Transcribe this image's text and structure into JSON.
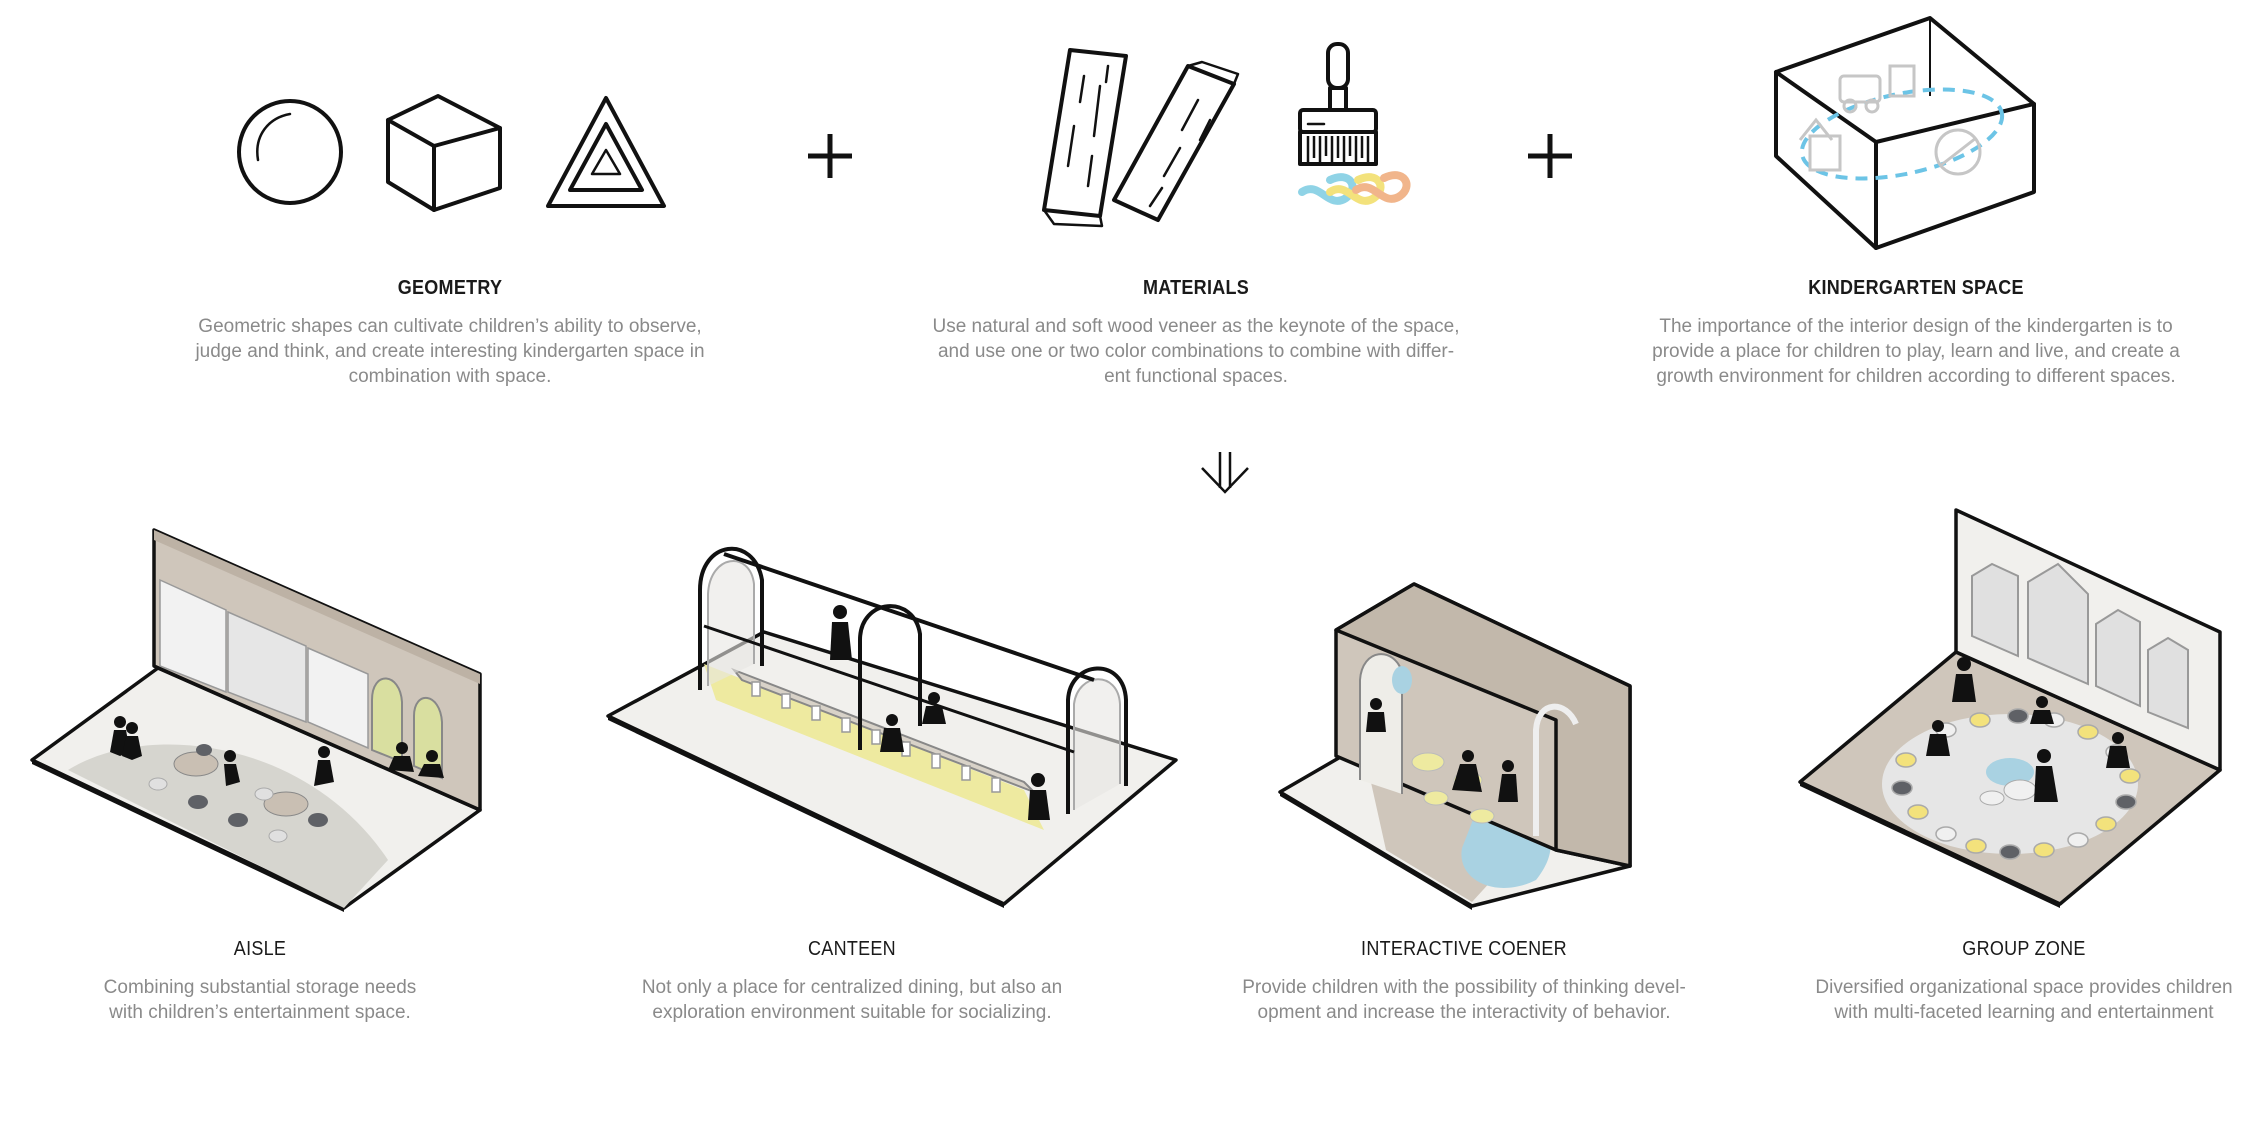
{
  "concepts": [
    {
      "title": "GEOMETRY",
      "description": "Geometric shapes can cultivate children’s ability to observe,\njudge and think, and create interesting kindergarten space in\ncombination with space."
    },
    {
      "title": "MATERIALS",
      "description": "Use natural and soft wood veneer as the keynote of the space,\nand use one or two color combinations to combine with differ-\nent functional spaces."
    },
    {
      "title": "KINDERGARTEN SPACE",
      "description": "The importance of the interior design of the kindergarten is to\nprovide a place for children to play, learn and live, and create a\ngrowth environment for children according to different spaces."
    }
  ],
  "operators": [
    "+",
    "+"
  ],
  "spaces": [
    {
      "title": "AISLE",
      "description": "Combining substantial storage needs\nwith children’s entertainment space."
    },
    {
      "title": "CANTEEN",
      "description": "Not only a place for centralized dining, but also an\nexploration environment suitable for socializing."
    },
    {
      "title": "INTERACTIVE COENER",
      "description": "Provide children with the possibility of thinking devel-\nopment and increase the interactivity of behavior."
    },
    {
      "title": "GROUP ZONE",
      "description": "Diversified organizational space provides children\nwith multi-faceted learning and entertainment"
    }
  ],
  "icons": {
    "geometry": [
      "circle-icon",
      "cube-icon",
      "triangle-icon"
    ],
    "materials": [
      "wood-plank-icon",
      "wood-plank-icon",
      "paintbrush-icon"
    ],
    "space": "glass-box-icon",
    "arrow": "double-arrow-down-icon"
  },
  "colors": {
    "wood": "#c9bfb3",
    "floor_light": "#e4e2dc",
    "yellow": "#efe79a",
    "blue": "#a9d2e2",
    "paint_blue": "#8fd3e6",
    "paint_yellow": "#f3e27c",
    "paint_orange": "#f1b58b"
  }
}
